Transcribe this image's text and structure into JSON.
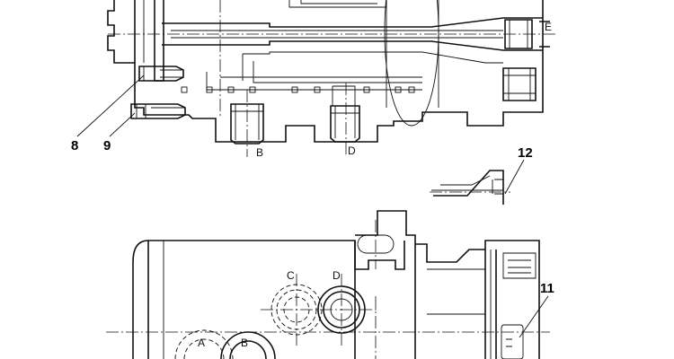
{
  "callouts": {
    "c8": "8",
    "c9": "9",
    "c12": "12",
    "c11": "11"
  },
  "ports": {
    "e": "E",
    "b_top": "B",
    "d_top": "D",
    "c": "C",
    "d_bottom": "D",
    "a": "A",
    "b_bottom": "B"
  }
}
